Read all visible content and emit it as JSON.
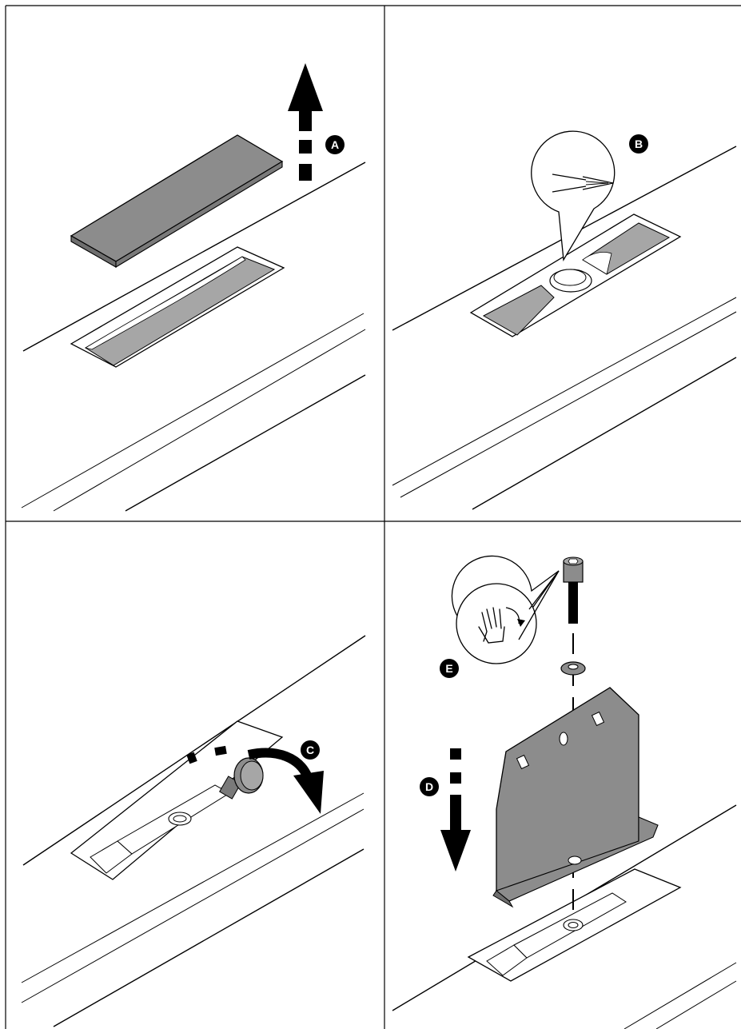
{
  "steps": [
    {
      "id": "A",
      "label": "A"
    },
    {
      "id": "B",
      "label": "B"
    },
    {
      "id": "C",
      "label": "C"
    },
    {
      "id": "D",
      "label": "D"
    },
    {
      "id": "E",
      "label": "E"
    }
  ],
  "icons": {
    "screwdriver": "screwdriver-tip-icon",
    "hand_tighten": "hand-rotate-icon",
    "up_arrow": "dashed-up-arrow-icon",
    "down_arrow": "dashed-down-arrow-icon",
    "rotate_arrow": "curved-rotate-arrow-icon"
  },
  "colors": {
    "line": "#000000",
    "grey_fill": "#8c8c8c",
    "light_grey_fill": "#a6a6a6",
    "badge": "#000000"
  }
}
